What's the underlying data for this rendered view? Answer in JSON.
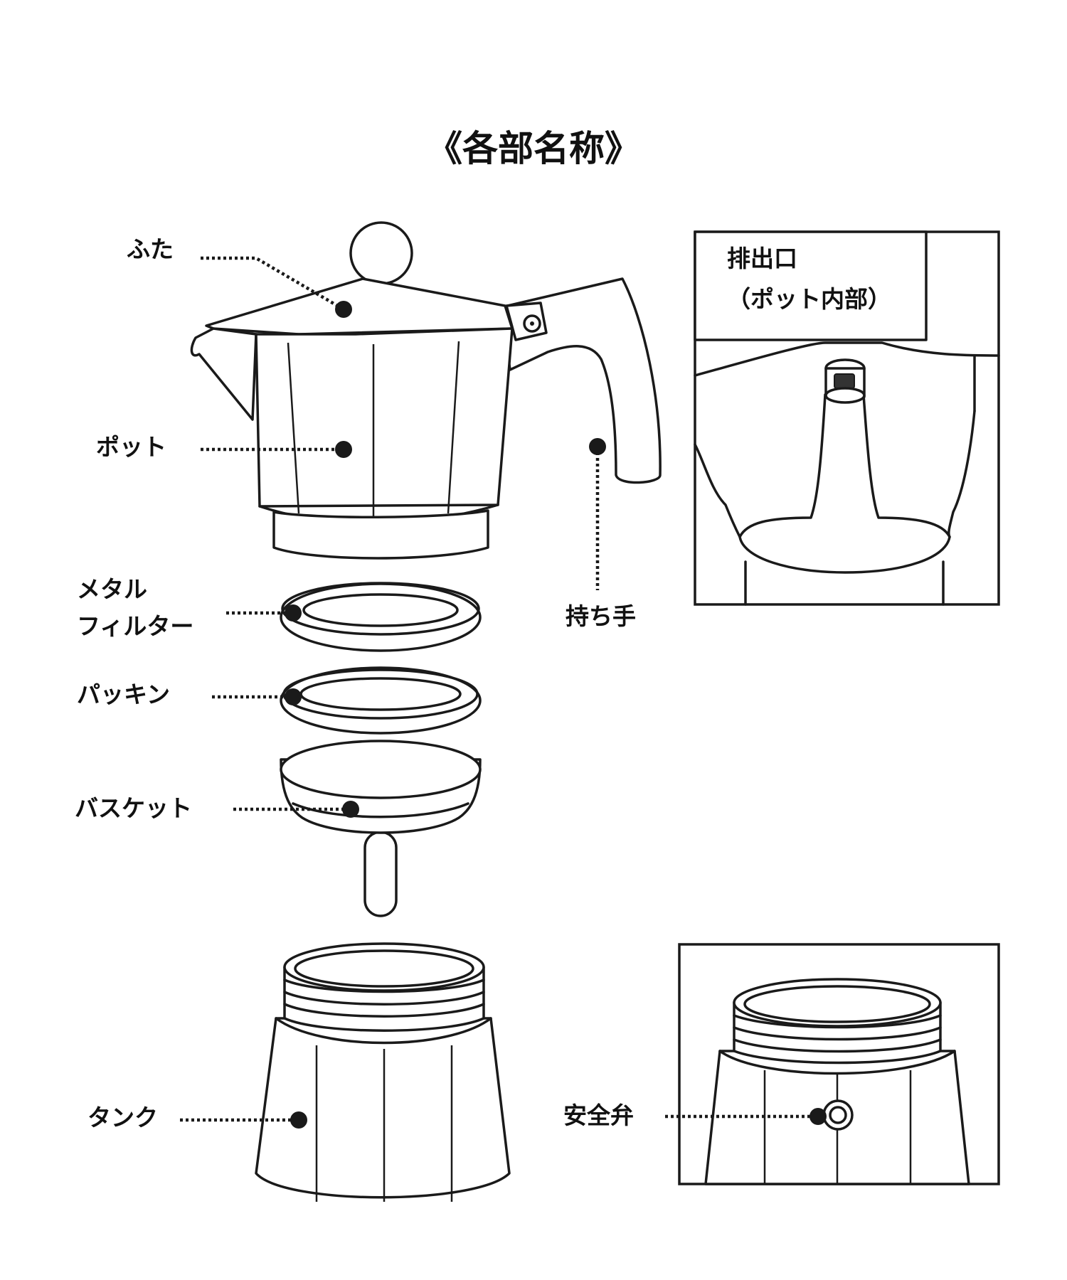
{
  "title": "《各部名称》",
  "labels": {
    "lid": "ふた",
    "pot": "ポット",
    "handle": "持ち手",
    "metal_filter_line1": "メタル",
    "metal_filter_line2": "フィルター",
    "gasket": "パッキン",
    "basket": "バスケット",
    "tank": "タンク",
    "safety_valve": "安全弁"
  },
  "insets": {
    "outlet": {
      "line1": "排出口",
      "line2": "（ポット内部）"
    }
  },
  "colors": {
    "line": "#1a1a1a",
    "background": "#ffffff"
  }
}
